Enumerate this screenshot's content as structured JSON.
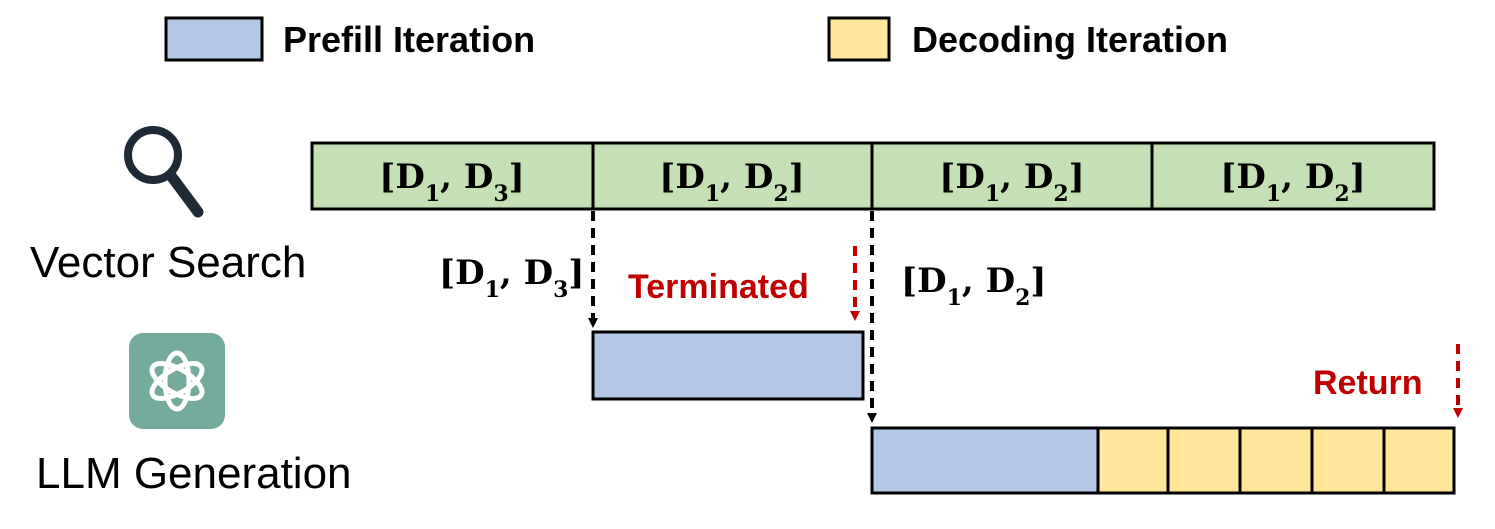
{
  "legend": {
    "prefill_label": "Prefill Iteration",
    "decoding_label": "Decoding Iteration"
  },
  "rows": {
    "vector_search_label": "Vector Search",
    "llm_generation_label": "LLM Generation",
    "vector_search_icon": "magnifier-icon",
    "llm_icon": "openai-logo-icon"
  },
  "search_segments": [
    {
      "open": "[",
      "d1": "D",
      "s1": "1",
      "sep": ", ",
      "d2": "D",
      "s2": "3",
      "close": "]"
    },
    {
      "open": "[",
      "d1": "D",
      "s1": "1",
      "sep": ", ",
      "d2": "D",
      "s2": "2",
      "close": "]"
    },
    {
      "open": "[",
      "d1": "D",
      "s1": "1",
      "sep": ", ",
      "d2": "D",
      "s2": "2",
      "close": "]"
    },
    {
      "open": "[",
      "d1": "D",
      "s1": "1",
      "sep": ", ",
      "d2": "D",
      "s2": "2",
      "close": "]"
    }
  ],
  "handoffs": [
    {
      "open": "[",
      "d1": "D",
      "s1": "1",
      "sep": ", ",
      "d2": "D",
      "s2": "3",
      "close": "]"
    },
    {
      "open": "[",
      "d1": "D",
      "s1": "1",
      "sep": ", ",
      "d2": "D",
      "s2": "2",
      "close": "]"
    }
  ],
  "annotations": {
    "terminated": "Terminated",
    "return": "Return"
  },
  "colors": {
    "search_fill": "#c5e0b4",
    "prefill_fill": "#b4c7e7",
    "decoding_fill": "#ffe699",
    "accent_red": "#c00000",
    "llm_logo_bg": "#74aa9c",
    "stroke": "#000000"
  }
}
